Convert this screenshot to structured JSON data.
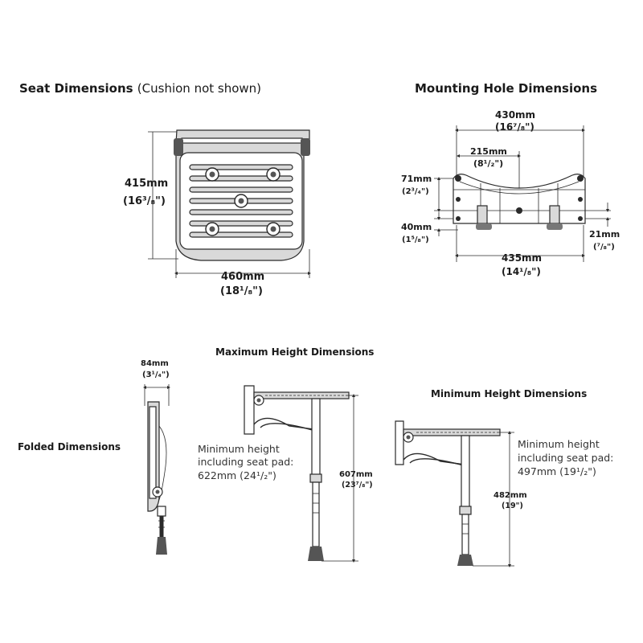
{
  "seat": {
    "title": "Seat Dimensions",
    "subtitle": "(Cushion not shown)",
    "depth_mm": "415mm",
    "depth_in": "(16³/₈\")",
    "width_mm": "460mm",
    "width_in": "(18¹/₈\")"
  },
  "mounting": {
    "title": "Mounting Hole Dimensions",
    "top_mm": "430mm",
    "top_in": "(16⁷/₈\")",
    "half_mm": "215mm",
    "half_in": "(8¹/₂\")",
    "upper_mm": "71mm",
    "upper_in": "(2³/₄\")",
    "lower_mm": "40mm",
    "lower_in": "(1⁵/₈\")",
    "right_mm": "21mm",
    "right_in": "(⁷/₈\")",
    "bottom_mm": "435mm",
    "bottom_in": "(14¹/₈\")"
  },
  "folded": {
    "title": "Folded Dimensions",
    "depth_mm": "84mm",
    "depth_in": "(3¹/₄\")"
  },
  "max_height": {
    "title": "Maximum Height Dimensions",
    "note_line1": "Minimum height",
    "note_line2": "including seat pad:",
    "note_line3": "622mm (24¹/₂\")",
    "height_mm": "607mm",
    "height_in": "(23⁷/₈\")"
  },
  "min_height": {
    "title": "Minimum Height Dimensions",
    "note_line1": "Minimum height",
    "note_line2": "including seat pad:",
    "note_line3": "497mm (19¹/₂\")",
    "height_mm": "482mm",
    "height_in": "(19\")"
  }
}
